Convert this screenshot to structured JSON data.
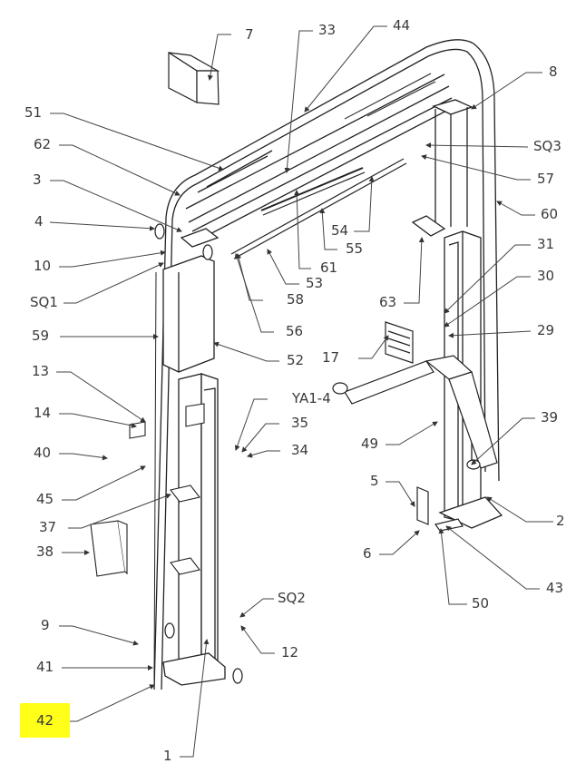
{
  "diagram": {
    "title": "",
    "highlight_color": "#ffff1a",
    "highlighted_part": "42",
    "line_color": "#333333",
    "label_color": "#3a3a3a",
    "callouts": [
      {
        "id": "7",
        "text": "7"
      },
      {
        "id": "33",
        "text": "33"
      },
      {
        "id": "44",
        "text": "44"
      },
      {
        "id": "8",
        "text": "8"
      },
      {
        "id": "51",
        "text": "51"
      },
      {
        "id": "SQ3",
        "text": "SQ3"
      },
      {
        "id": "62",
        "text": "62"
      },
      {
        "id": "57",
        "text": "57"
      },
      {
        "id": "3",
        "text": "3"
      },
      {
        "id": "60",
        "text": "60"
      },
      {
        "id": "4",
        "text": "4"
      },
      {
        "id": "54",
        "text": "54"
      },
      {
        "id": "31",
        "text": "31"
      },
      {
        "id": "55",
        "text": "55"
      },
      {
        "id": "10",
        "text": "10"
      },
      {
        "id": "61",
        "text": "61"
      },
      {
        "id": "53",
        "text": "53"
      },
      {
        "id": "SQ1",
        "text": "SQ1"
      },
      {
        "id": "58",
        "text": "58"
      },
      {
        "id": "63",
        "text": "63"
      },
      {
        "id": "30",
        "text": "30"
      },
      {
        "id": "56",
        "text": "56"
      },
      {
        "id": "59",
        "text": "59"
      },
      {
        "id": "29",
        "text": "29"
      },
      {
        "id": "52",
        "text": "52"
      },
      {
        "id": "17",
        "text": "17"
      },
      {
        "id": "13",
        "text": "13"
      },
      {
        "id": "YA1-4",
        "text": "YA1-4"
      },
      {
        "id": "14",
        "text": "14"
      },
      {
        "id": "35",
        "text": "35"
      },
      {
        "id": "39",
        "text": "39"
      },
      {
        "id": "49",
        "text": "49"
      },
      {
        "id": "40",
        "text": "40"
      },
      {
        "id": "34",
        "text": "34"
      },
      {
        "id": "45",
        "text": "45"
      },
      {
        "id": "5",
        "text": "5"
      },
      {
        "id": "37",
        "text": "37"
      },
      {
        "id": "2",
        "text": "2"
      },
      {
        "id": "38",
        "text": "38"
      },
      {
        "id": "6",
        "text": "6"
      },
      {
        "id": "43",
        "text": "43"
      },
      {
        "id": "SQ2",
        "text": "SQ2"
      },
      {
        "id": "50",
        "text": "50"
      },
      {
        "id": "9",
        "text": "9"
      },
      {
        "id": "12",
        "text": "12"
      },
      {
        "id": "41",
        "text": "41"
      },
      {
        "id": "42",
        "text": "42"
      },
      {
        "id": "1",
        "text": "1"
      }
    ]
  }
}
